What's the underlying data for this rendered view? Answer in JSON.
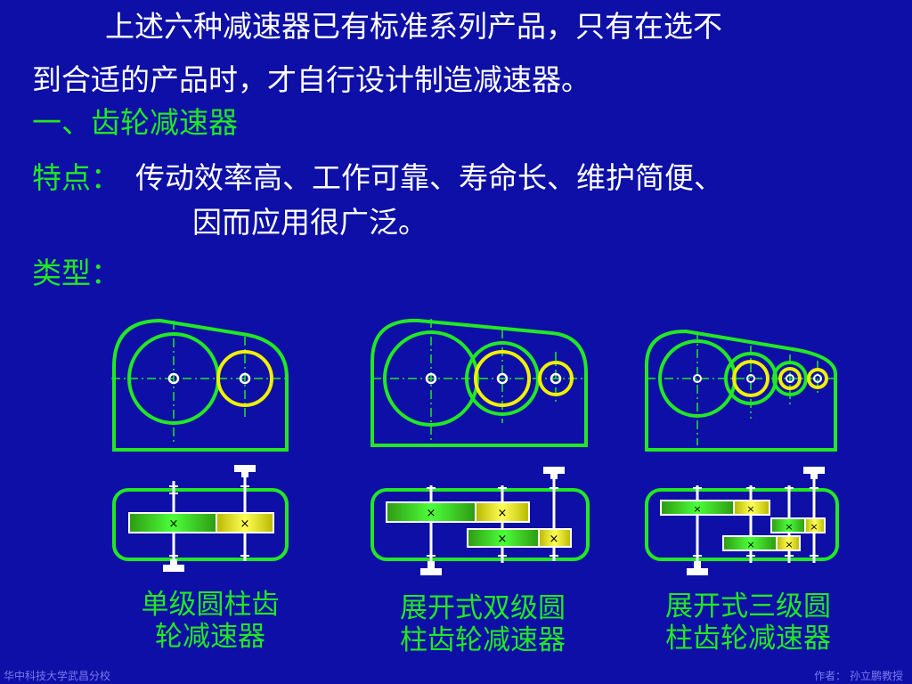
{
  "intro": {
    "line1": "上述六种减速器已有标准系列产品，只有在选不",
    "line2": "到合适的产品时，才自行设计制造减速器。"
  },
  "section_title": "一、齿轮减速器",
  "features": {
    "label": "特点：",
    "line1": "传动效率高、工作可靠、寿命长、维护简便、",
    "line2": "因而应用很广泛。"
  },
  "types_label": "类型：",
  "diagrams": [
    {
      "caption_line1": "单级圆柱齿",
      "caption_line2": "轮减速器"
    },
    {
      "caption_line1": "展开式双级圆",
      "caption_line2": "柱齿轮减速器"
    },
    {
      "caption_line1": "展开式三级圆",
      "caption_line2": "柱齿轮减速器"
    }
  ],
  "footer": {
    "left": "华中科技大学武昌分校",
    "right": "作者： 孙立鹏教授"
  },
  "colors": {
    "background": "#0d0fa6",
    "housing": "#22e822",
    "gear_yellow": "#f0f000",
    "text": "#ffffff",
    "heading": "#22e822"
  }
}
